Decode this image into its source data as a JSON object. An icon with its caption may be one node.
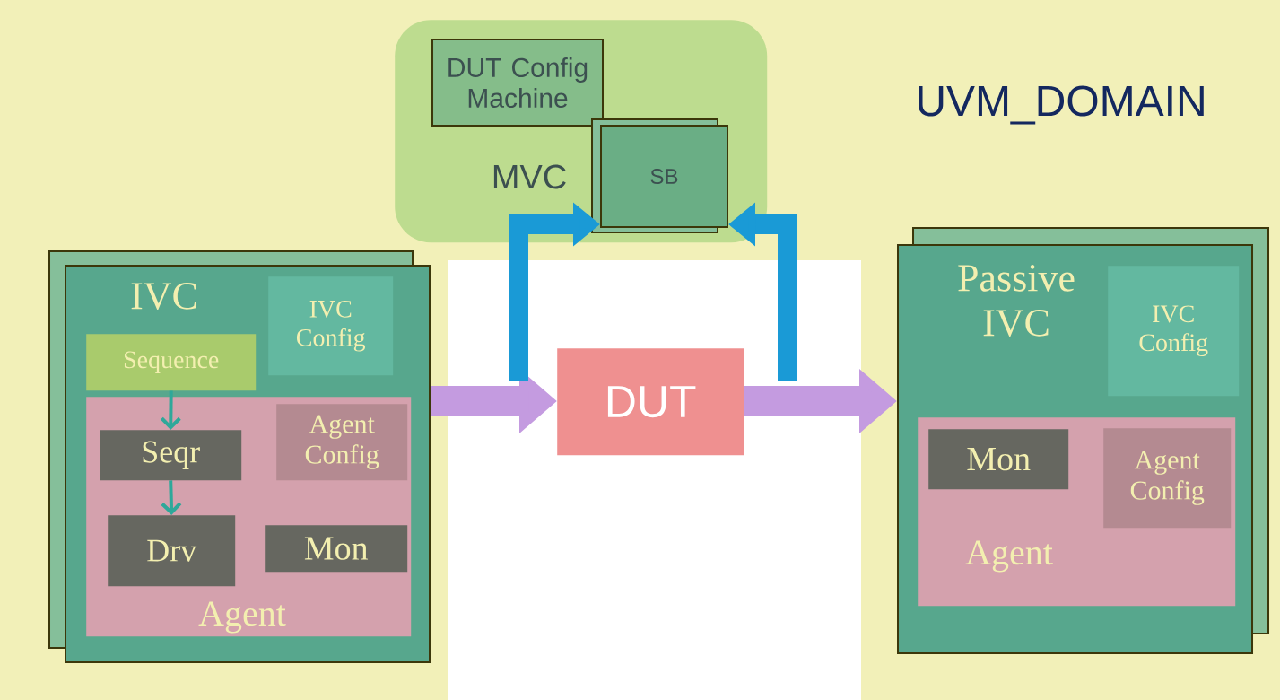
{
  "diagram": {
    "nodes": [
      {
        "text": [
          "MVC"
        ]
      },
      {
        "text": [
          "DUT Config Machine"
        ],
        "in": 0
      },
      {
        "text": [
          "SB"
        ],
        "in": 0
      },
      {
        "text": [
          "IVC"
        ]
      },
      {
        "text": [
          "IVC Config"
        ],
        "in": 3
      },
      {
        "text": [
          "Sequence"
        ],
        "in": 3
      },
      {
        "text": [
          "Agent"
        ],
        "in": 3
      },
      {
        "text": [
          "Seqr"
        ],
        "in": 6
      },
      {
        "text": [
          "Agent Config"
        ],
        "in": 6
      },
      {
        "text": [
          "Drv"
        ],
        "in": 6
      },
      {
        "text": [
          "Mon"
        ],
        "in": 6
      },
      {
        "text": [
          "DUT"
        ]
      },
      {
        "text": [
          "Passive IVC"
        ]
      },
      {
        "text": [
          "IVC Config"
        ],
        "in": 12
      },
      {
        "text": [
          "Agent"
        ],
        "in": 12
      },
      {
        "text": [
          "Mon"
        ],
        "in": 14
      },
      {
        "text": [
          "Agent Config"
        ],
        "in": 14
      }
    ],
    "edges": [
      {
        "from": 5,
        "to": 7,
        "arrow": "to",
        "color": "#2ea89a"
      },
      {
        "from": 7,
        "to": 9,
        "arrow": "to",
        "color": "#2ea89a"
      },
      {
        "from": 3,
        "to": 11,
        "arrow": "to",
        "color": "#c49be0"
      },
      {
        "from": 11,
        "to": 12,
        "arrow": "to",
        "color": "#c49be0"
      },
      {
        "from": null,
        "to": 2,
        "arrow": "to",
        "color": "#1a9ad6"
      },
      {
        "from": null,
        "to": 2,
        "arrow": "to",
        "color": "#1a9ad6"
      }
    ],
    "labels": [
      "UVM_DOMAIN"
    ]
  }
}
